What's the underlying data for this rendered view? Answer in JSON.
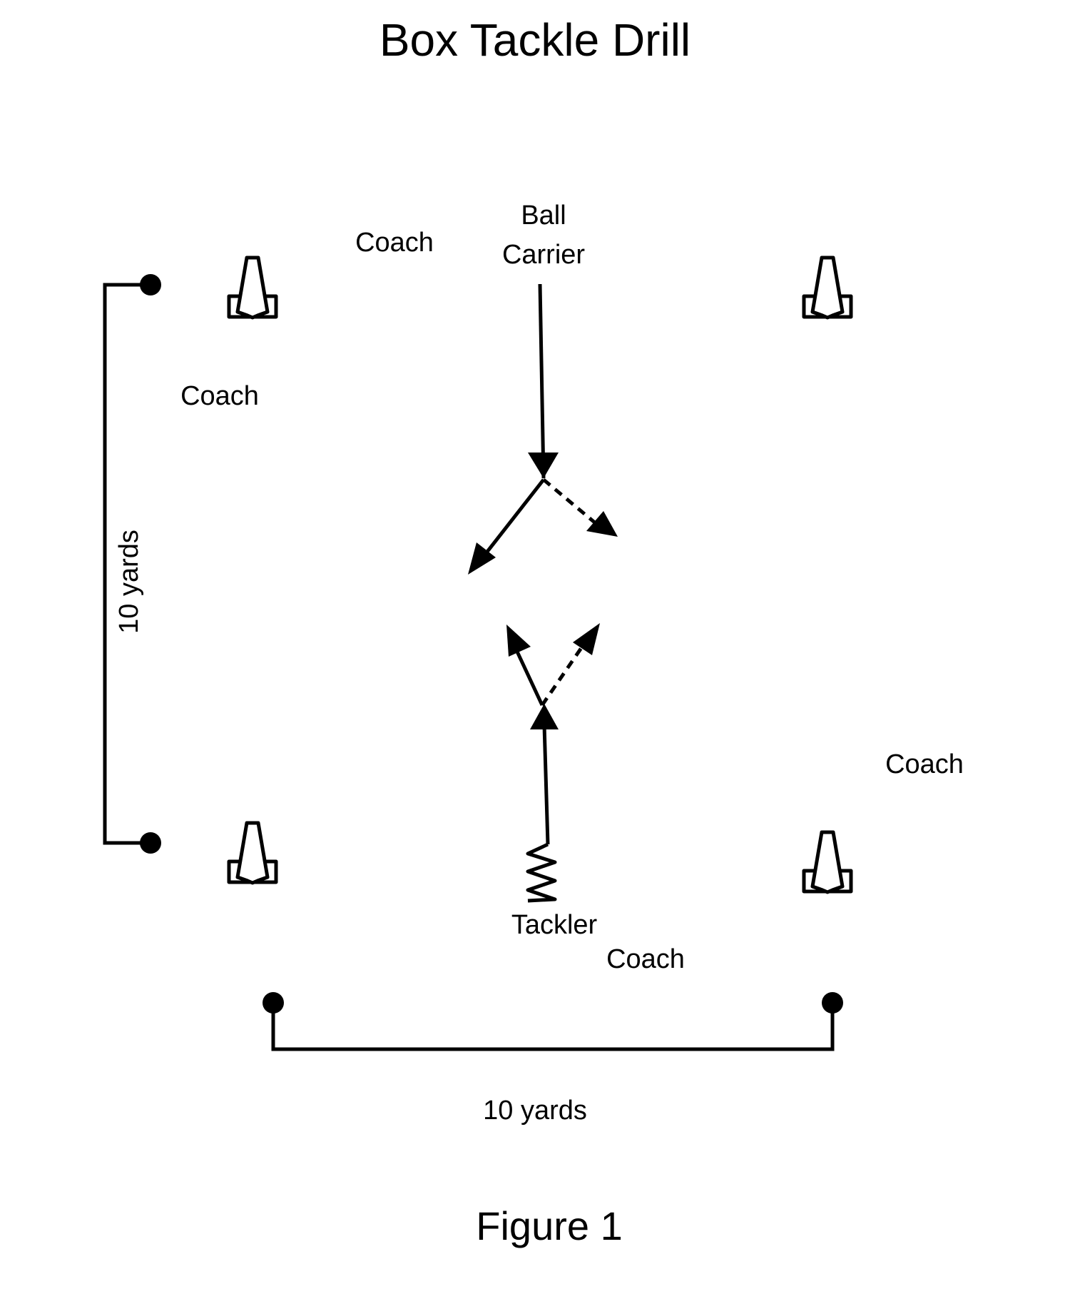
{
  "title": "Box Tackle Drill",
  "labels": {
    "ball_carrier_line1": "Ball",
    "ball_carrier_line2": "Carrier",
    "tackler": "Tackler",
    "coach_top": "Coach",
    "coach_left": "Coach",
    "coach_right": "Coach",
    "coach_bottom": "Coach"
  },
  "dimensions": {
    "vertical": "10 yards",
    "horizontal": "10 yards"
  },
  "caption": "Figure 1",
  "colors": {
    "ink": "#000000",
    "background": "#ffffff"
  },
  "icons": [
    "cone-icon",
    "arrow-icon",
    "zigzag-icon",
    "dot-icon"
  ]
}
